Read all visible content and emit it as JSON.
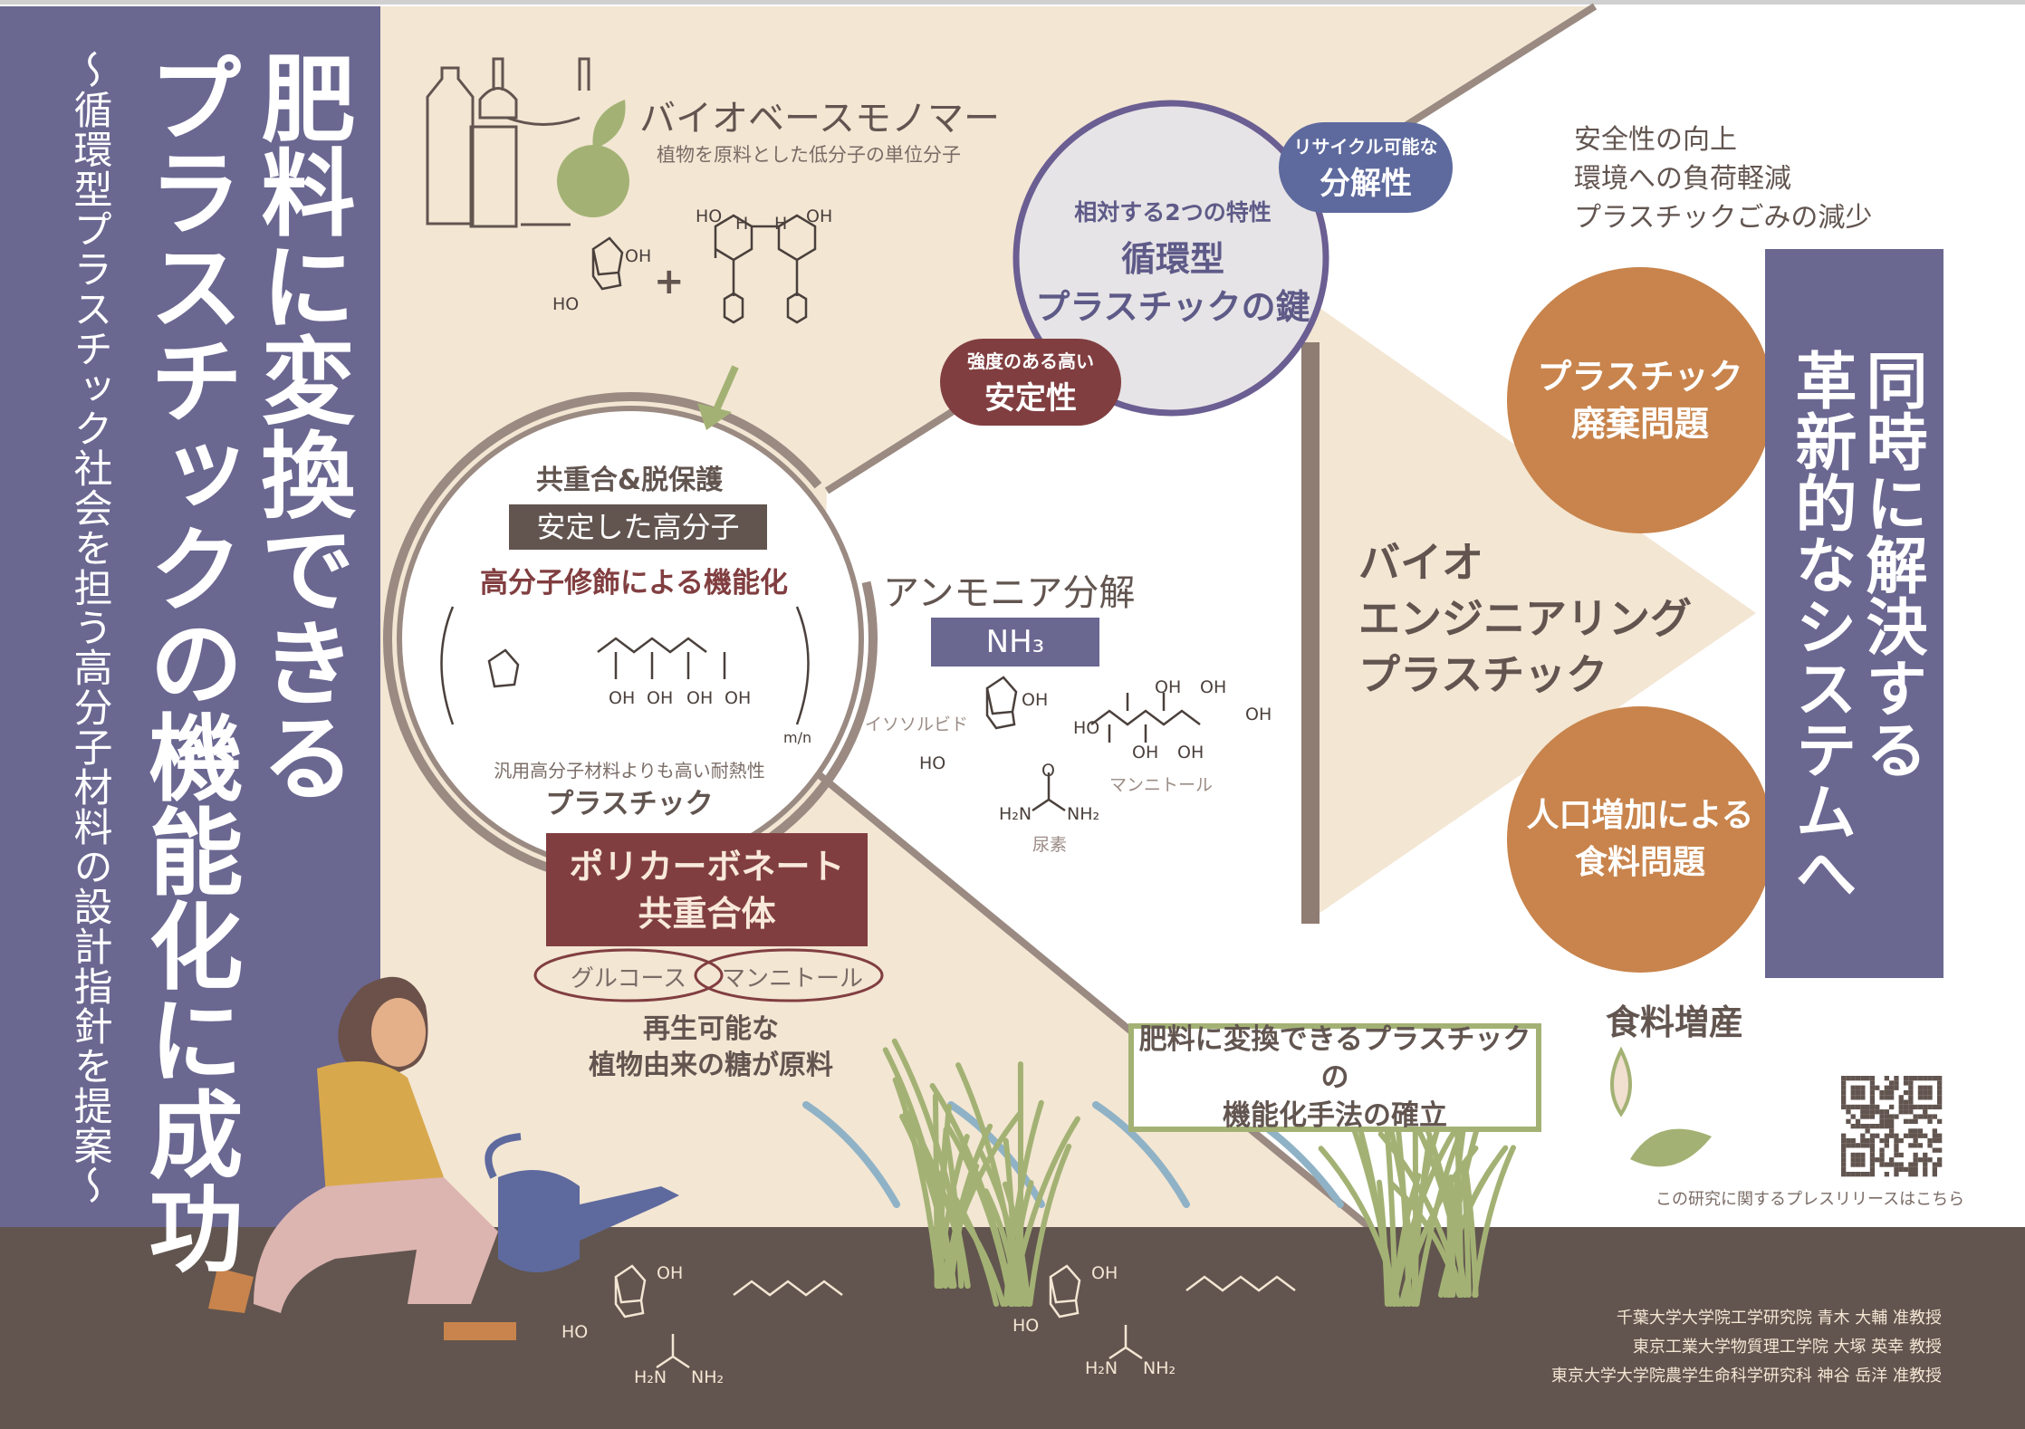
{
  "title": {
    "line1": "肥料に変換できる",
    "line2": "プラスチックの機能化に成功",
    "subtitle": "～循環型プラスチック社会を担う高分子材料の設計指針を提案～"
  },
  "monomer": {
    "heading": "バイオベースモノマー",
    "description": "植物を原料とした低分子の単位分子",
    "plus": "+"
  },
  "polymer_circle": {
    "heading": "共重合&脱保護",
    "stable_polymer": "安定した高分子",
    "functionalization": "高分子修飾による機能化",
    "heat_resistance": "汎用高分子材料よりも高い耐熱性",
    "plastic": "プラスチック",
    "repeat_label": "m/n"
  },
  "polycarbonate": {
    "line1": "ポリカーボネート",
    "line2": "共重合体"
  },
  "sugars": {
    "glucose": "グルコース",
    "mannitol": "マンニトール",
    "source_line1": "再生可能な",
    "source_line2": "植物由来の糖が原料"
  },
  "key_circle": {
    "intro": "相対する2つの特性",
    "line1": "循環型",
    "line2": "プラスチックの鍵"
  },
  "degradability": {
    "small": "リサイクル可能な",
    "big": "分解性"
  },
  "stability": {
    "small": "強度のある高い",
    "big": "安定性"
  },
  "ammonia": {
    "heading": "アンモニア分解",
    "formula": "NH₃",
    "isosorbide": "イソソルビド",
    "mannitol": "マンニトール",
    "urea": "尿素"
  },
  "bio_plastic": {
    "line1": "バイオ",
    "line2": "エンジニアリング",
    "line3": "プラスチック"
  },
  "benefits": [
    "安全性の向上",
    "環境への負荷軽減",
    "プラスチックごみの減少"
  ],
  "problems": {
    "plastic_waste": {
      "line1": "プラスチック",
      "line2": "廃棄問題"
    },
    "food": {
      "line1": "人口増加による",
      "line2": "食料問題"
    }
  },
  "system": {
    "line1": "同時に解決する",
    "line2": "革新的なシステムへ"
  },
  "food_increase": "食料増産",
  "method_box": {
    "line1": "肥料に変換できるプラスチックの",
    "line2": "機能化手法の確立"
  },
  "qr_caption": "この研究に関するプレスリリースはこちら",
  "chem_labels": {
    "oh": "OH",
    "ho": "HO",
    "h": "H",
    "o": "O",
    "h2n": "H₂N",
    "nh2": "NH₂"
  },
  "credits": [
    "千葉大学大学院工学研究院 青木 大輔 准教授",
    "東京工業大学物質理工学院 大塚 英幸 教授",
    "東京大学大学院農学生命科学研究科 神谷 岳洋 准教授"
  ],
  "colors": {
    "purple_panel": "#6a6791",
    "beige": "#f3e6d3",
    "soil": "#62554f",
    "orange": "#c8844c",
    "maroon": "#813e40",
    "blue_pill": "#5e6a9e",
    "leaf_green": "#a3b274",
    "text_brown": "#625550"
  }
}
